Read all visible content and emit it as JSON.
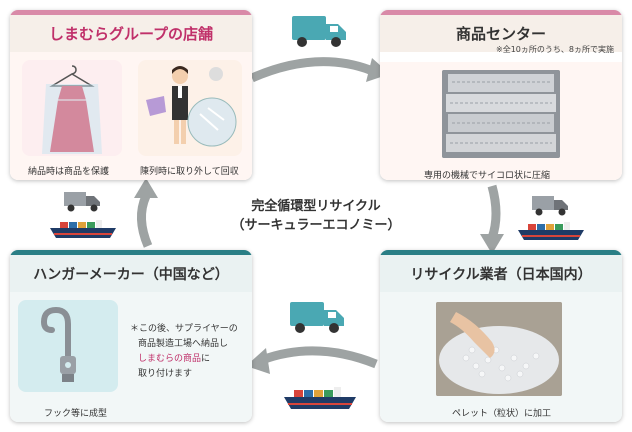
{
  "stores": {
    "title": "しまむらグループの店舗",
    "caption_left": "納品時は商品を保護",
    "caption_right": "陳列時に取り外して回収"
  },
  "center": {
    "title": "商品センター",
    "note": "※全10ヵ所のうち、8ヵ所で実施",
    "caption": "専用の機械でサイコロ状に圧縮"
  },
  "recycler": {
    "title": "リサイクル業者（日本国内）",
    "caption": "ペレット（粒状）に加工"
  },
  "maker": {
    "title": "ハンガーメーカー（中国など）",
    "caption": "フック等に成型",
    "note_prefix": "＊この後、サプライヤーの",
    "note_line2": "商品製造工場へ納品し",
    "note_highlight": "しまむらの商品",
    "note_suffix": "に",
    "note_line4": "取り付けます"
  },
  "cycle": {
    "line1": "完全循環型リサイクル",
    "line2": "（サーキュラーエコノミー）"
  },
  "colors": {
    "pink_accent": "#c0306a",
    "teal_accent": "#2a7f86",
    "arrow": "#9ea3a3",
    "truck": "#4aa8b3"
  }
}
